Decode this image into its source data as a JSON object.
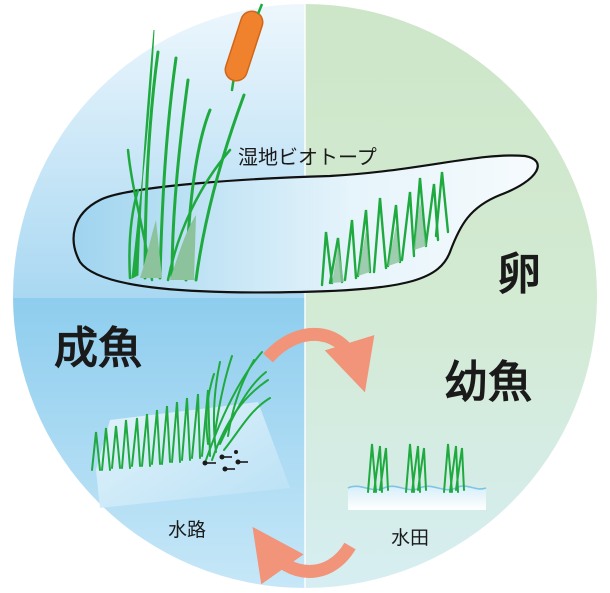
{
  "labels": {
    "wetland": "湿地ビオトープ",
    "egg": "卵",
    "adult": "成魚",
    "juvenile": "幼魚",
    "waterway": "水路",
    "paddy": "水田"
  },
  "colors": {
    "left_quadrant_top": "#dff0fa",
    "left_quadrant_bottom": "#7ec4ea",
    "right_quadrant_top": "#cfe6c9",
    "right_quadrant_bottom": "#d7eef4",
    "grass": "#1faa3f",
    "cattail_head": "#f0822e",
    "arrow": "#f1947a"
  }
}
